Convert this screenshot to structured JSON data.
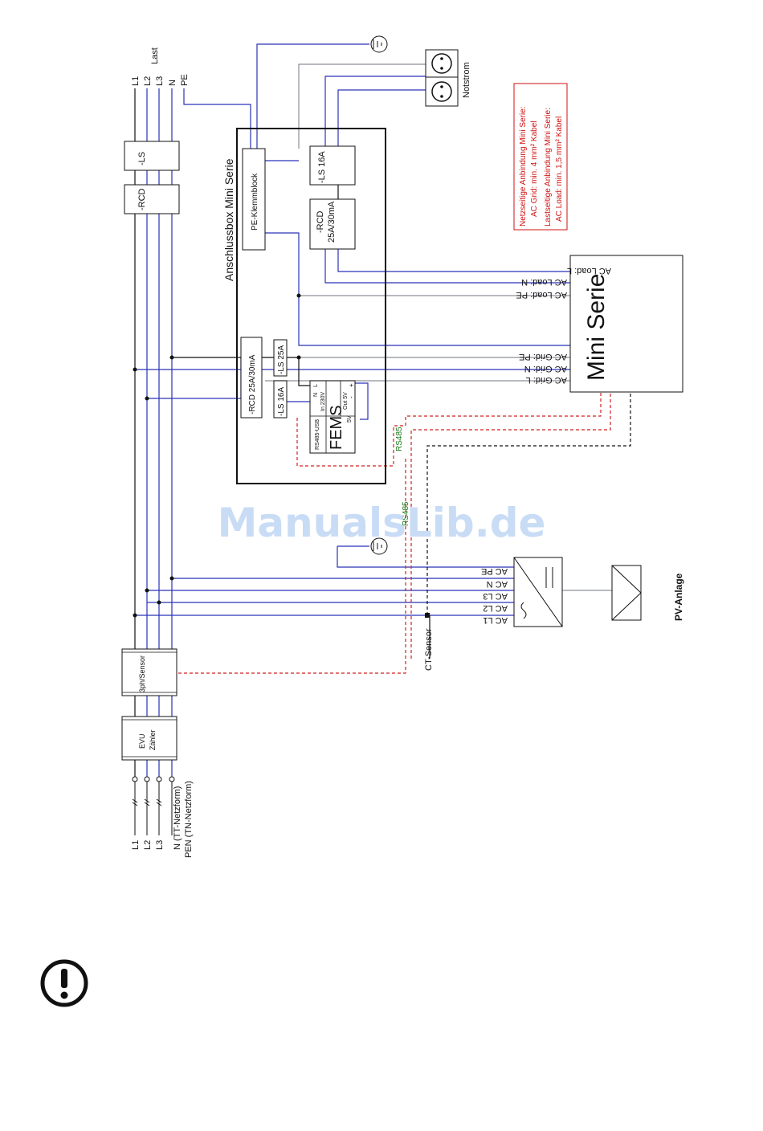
{
  "supply_top": {
    "last": "Last",
    "l1": "L1",
    "l2": "L2",
    "l3": "L3",
    "n": "N",
    "pe": "PE"
  },
  "supply_bottom": {
    "l1": "L1",
    "l2": "L2",
    "l3": "L3",
    "n_tt": "N (TT-Netzform)",
    "pen_tn": "PEN (TN-Netzform)"
  },
  "devices": {
    "ls": "-LS",
    "rcd": "-RCD",
    "meter_line1": "EVU",
    "meter_line2": "Zähler",
    "sensor3ph": "3ph/Sensor",
    "ct_sensor": "CT-Sensor"
  },
  "box": {
    "title": "Anschlussbox Mini Serie",
    "pe_block": "PE-Klemmblock",
    "ls16_top": "-LS 16A",
    "rcd_top_line1": "-RCD",
    "rcd_top_line2": "25A/30mA",
    "rcd_bottom": "-RCD 25A/30mA",
    "ls25": "-LS 25A",
    "ls16_bottom": "-LS 16A"
  },
  "fems": {
    "name": "FEMS",
    "rs485usb": "RS485-USB",
    "l": "L",
    "n": "N",
    "in230": "In 230V",
    "out5v": "Out 5V",
    "plus": "+",
    "minus": "-",
    "v5": "5V"
  },
  "inverter": {
    "name": "Mini Serie",
    "ac_load_l": "AC Load: L",
    "ac_load_n": "AC Load: N",
    "ac_load_pe": "AC Load: PE",
    "ac_grid_pe": "AC Grid: PE",
    "ac_grid_n": "AC Grid: N",
    "ac_grid_l": "AC Grid: L"
  },
  "pv": {
    "acpe": "AC PE",
    "acn": "AC N",
    "acl3": "AC L3",
    "acl2": "AC L2",
    "acl1": "AC L1",
    "label": "PV-Anlage"
  },
  "rs485_1": "RS485",
  "rs485_2": "RS485",
  "notstrom": "Notstrom",
  "note": {
    "line1": "Netzseitige Anbindung Mini Serie:",
    "line2": "AC Grid: min. 4 mm² Kabel",
    "line3": "Lastseitige Anbindung Mini Serie:",
    "line4": "AC Load: min. 1,5 mm² Kabel"
  },
  "watermark": "ManualsLib.de",
  "colors": {
    "wire_blue": "#2a33b8",
    "wire_gray": "#8c9099",
    "wire_black": "#111111",
    "wire_red_dashed": "#d02020",
    "note_red": "#d01010"
  }
}
